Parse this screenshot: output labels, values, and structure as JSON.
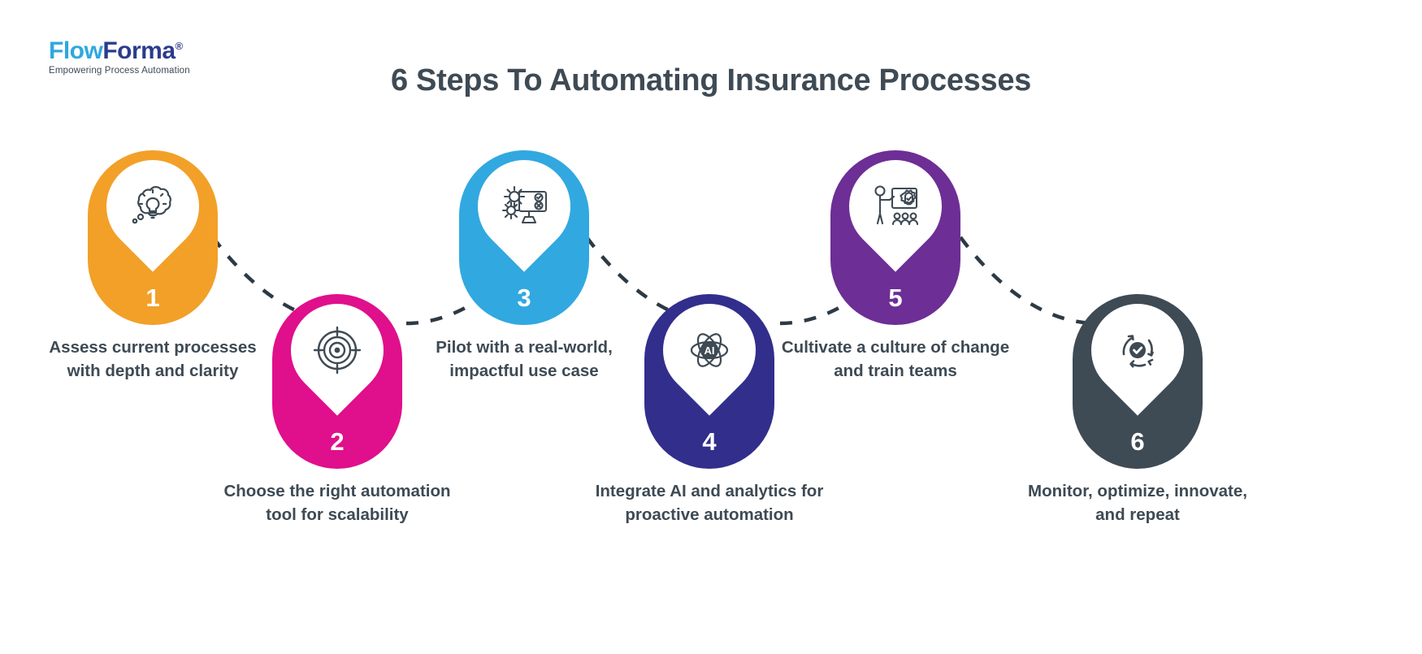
{
  "brand": {
    "logo_part1": "Flow",
    "logo_part2": "Forma",
    "logo_registered": "®",
    "tagline": "Empowering Process Automation",
    "color_light": "#2FA8E0",
    "color_dark": "#2B3C8E"
  },
  "header": {
    "title": "6 Steps To Automating Insurance Processes",
    "title_color": "#3E4A54"
  },
  "steps": [
    {
      "number": "1",
      "caption": "Assess current processes with depth and clarity",
      "color": "#F2A028",
      "icon": "thought-bubble-lightbulb-icon",
      "position": "down"
    },
    {
      "number": "2",
      "caption": "Choose the right automation tool for scalability",
      "color": "#E00F8C",
      "icon": "target-crosshair-icon",
      "position": "up"
    },
    {
      "number": "3",
      "caption": "Pilot with a real-world, impactful use case",
      "color": "#32A8E0",
      "icon": "gears-monitor-icon",
      "position": "down"
    },
    {
      "number": "4",
      "caption": "Integrate AI and analytics for proactive automation",
      "color": "#322E8C",
      "icon": "ai-atom-icon",
      "position": "up"
    },
    {
      "number": "5",
      "caption": "Cultivate a culture of change and train teams",
      "color": "#6D2E95",
      "icon": "training-presentation-icon",
      "position": "down"
    },
    {
      "number": "6",
      "caption": "Monitor, optimize, innovate, and repeat",
      "color": "#3E4A54",
      "icon": "refresh-check-cycle-icon",
      "position": "up"
    }
  ],
  "connectors": {
    "style": "dashed",
    "color": "#2D3A44"
  },
  "icon_color": "#3E4A54"
}
